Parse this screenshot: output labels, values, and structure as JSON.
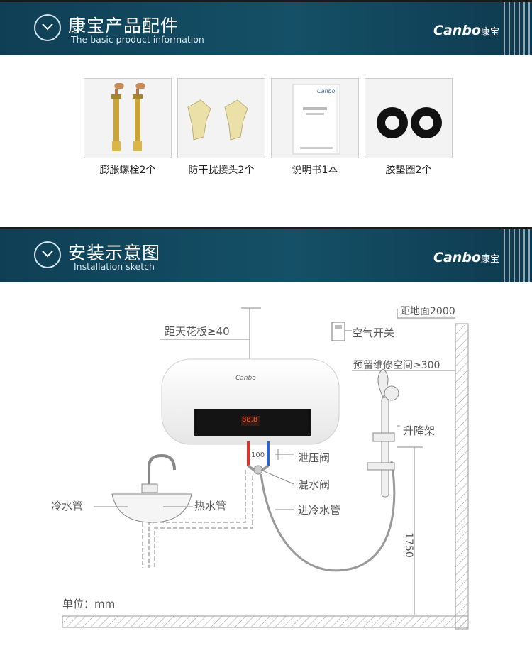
{
  "section1": {
    "title": "康宝产品配件",
    "subtitle": "The basic product information",
    "logo_text": "Canbo",
    "logo_cn": "康宝"
  },
  "accessories": [
    {
      "label": "膨胀螺栓2个",
      "icon": "expansion-bolt"
    },
    {
      "label": "防干扰接头2个",
      "icon": "anti-interference-connector"
    },
    {
      "label": "说明书1本",
      "icon": "manual-booklet"
    },
    {
      "label": "胶垫圈2个",
      "icon": "rubber-washer"
    }
  ],
  "section2": {
    "title": "安装示意图",
    "subtitle": "Installation sketch",
    "logo_text": "Canbo",
    "logo_cn": "康宝"
  },
  "manual_text": "Canbo",
  "heater_brand": "Canbo",
  "display_reading": "88.8",
  "diagram": {
    "floor_height": "距地面2000",
    "ceiling_clearance": "距天花板≥40",
    "air_switch": "空气开关",
    "maintenance_space": "预留维修空间≥300",
    "lifting_rack": "升降架",
    "relief_valve": "泄压阀",
    "mixing_valve": "混水阀",
    "cold_inlet": "进冷水管",
    "cold_pipe": "冷水管",
    "hot_pipe": "热水管",
    "dim_100": "100",
    "dim_1750": "1750",
    "unit": "单位：mm"
  },
  "colors": {
    "banner": "#145067",
    "accent_red": "#d9342b",
    "accent_blue": "#2f63c9"
  }
}
